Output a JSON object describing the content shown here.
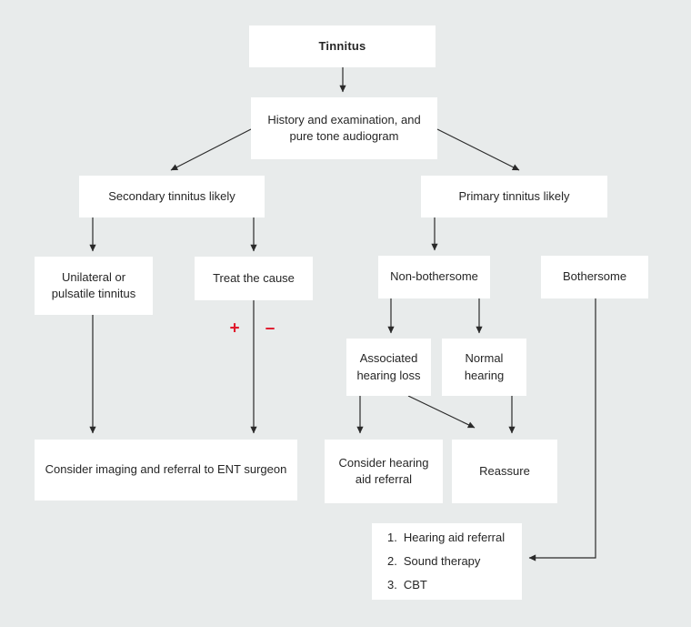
{
  "theme": {
    "background": "#e8ebeb",
    "box_fill": "#ffffff",
    "text_color": "#262626",
    "arrow_color": "#2a2a2a",
    "accent_red": "#e01a2d"
  },
  "nodes": {
    "tinnitus": {
      "label": "Tinnitus"
    },
    "history": {
      "label": "History and examination, and pure tone audiogram"
    },
    "secondary": {
      "label": "Secondary tinnitus likely"
    },
    "primary": {
      "label": "Primary tinnitus likely"
    },
    "unilateral": {
      "label": "Unilateral or pulsatile tinnitus"
    },
    "treat": {
      "label": "Treat the cause"
    },
    "non_bothersome": {
      "label": "Non-bothersome"
    },
    "bothersome": {
      "label": "Bothersome"
    },
    "assoc_hearing_loss": {
      "label": "Associated hearing loss"
    },
    "normal_hearing": {
      "label": "Normal hearing"
    },
    "consider_imaging": {
      "label": "Consider imaging and referral to ENT surgeon"
    },
    "consider_hearing_aid": {
      "label": "Consider hearing aid referral"
    },
    "reassure": {
      "label": "Reassure"
    },
    "management_list": {
      "items": [
        {
          "num": "1.",
          "label": "Hearing aid referral"
        },
        {
          "num": "2.",
          "label": "Sound therapy"
        },
        {
          "num": "3.",
          "label": "CBT"
        }
      ]
    }
  },
  "treat_outcome": {
    "positive": "+",
    "negative": "–"
  }
}
